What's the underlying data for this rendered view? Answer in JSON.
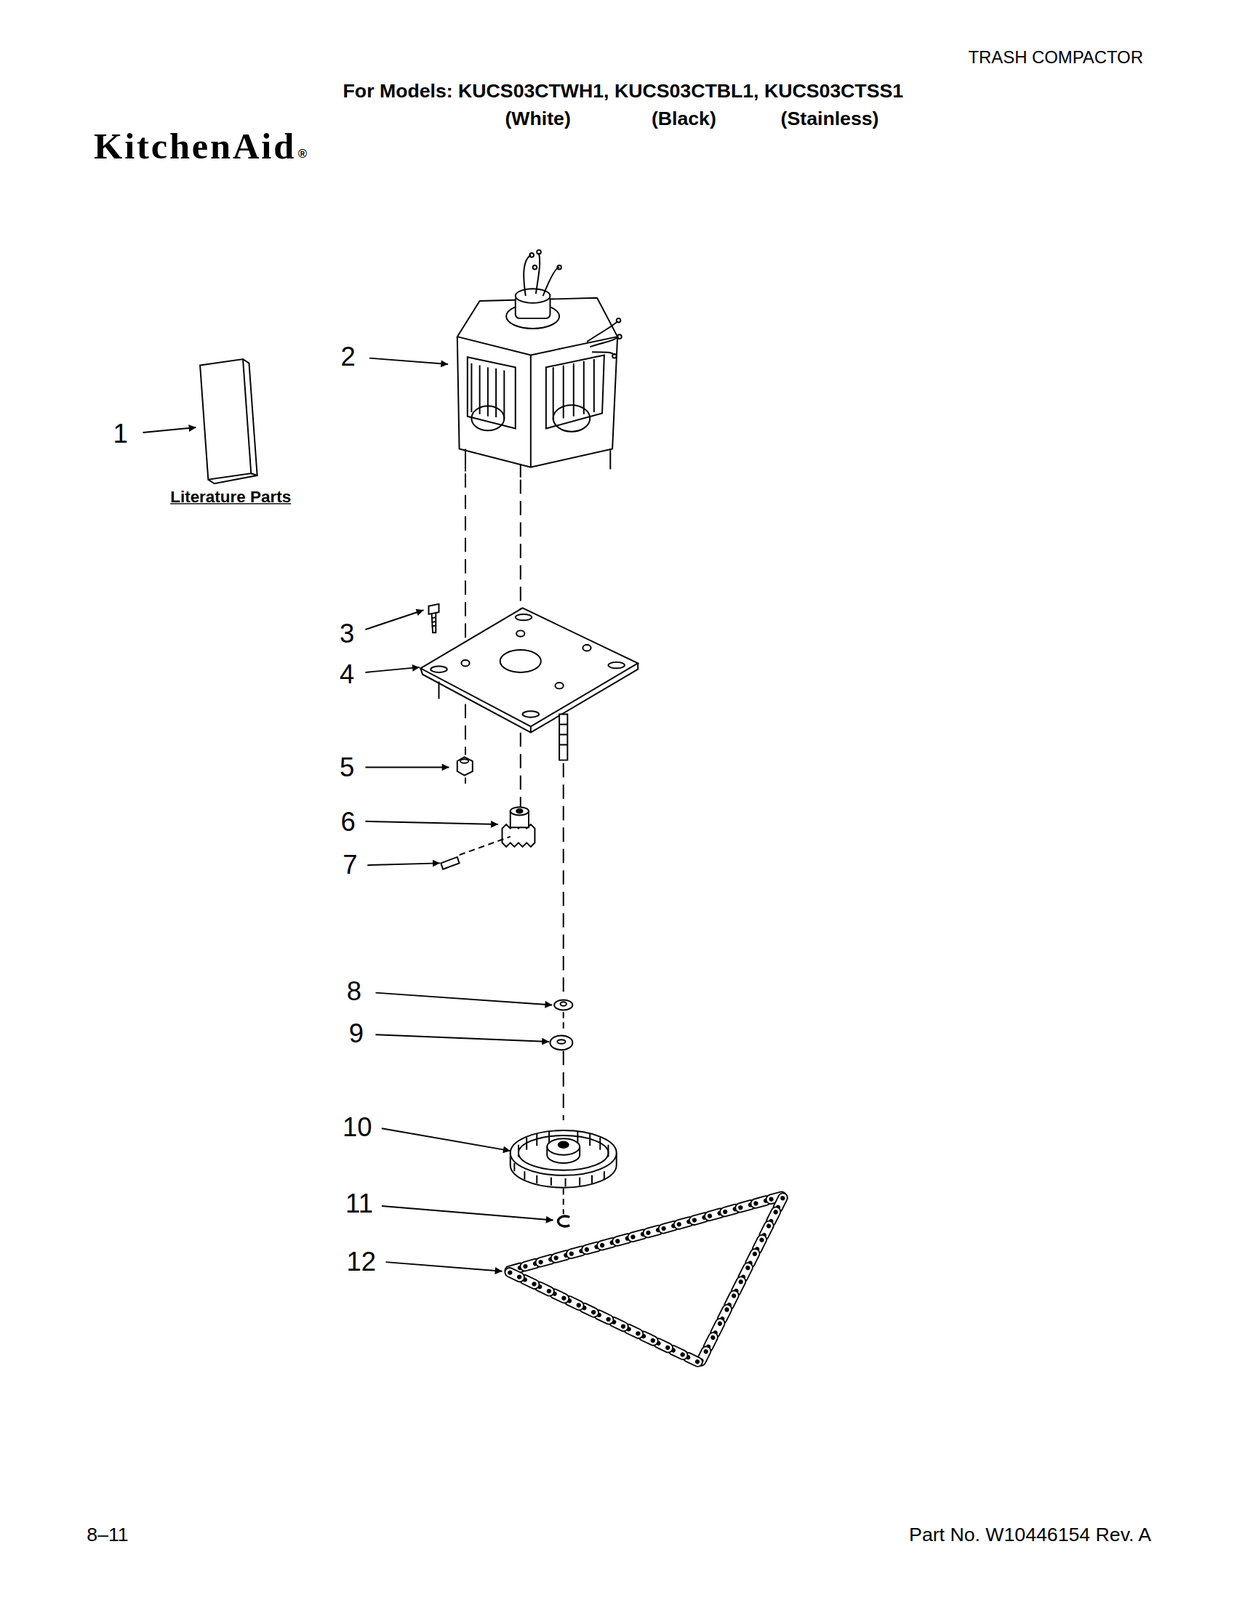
{
  "diagram": {
    "title": "For Models: KUCS03CTWH1, KUCS03CTBL1, KUCS03CTSS1",
    "labels": [
      "TRASH COMPACTOR",
      "(White)",
      "(Black)",
      "(Stainless)",
      "KitchenAid",
      "®",
      "1",
      "Literature Parts",
      "2",
      "3",
      "4",
      "5",
      "6",
      "7",
      "8",
      "9",
      "10",
      "11",
      "12",
      "8–11",
      "Part No. W10446154 Rev. A"
    ]
  }
}
